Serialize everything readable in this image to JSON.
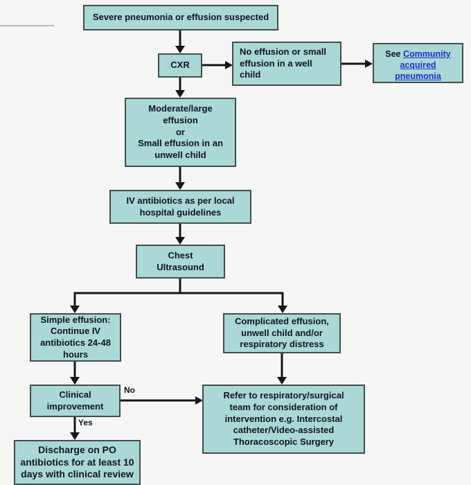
{
  "colors": {
    "background": "#f6f6f4",
    "box_fill": "#aad8d4",
    "box_border": "#434c4d",
    "arrow": "#161616",
    "text": "#0e1422",
    "link": "#1c2fd1"
  },
  "nodes": {
    "severe": "Severe pneumonia or effusion suspected",
    "cxr": "CXR",
    "no_effusion": "No effusion or small\neffusion in a well\nchild",
    "see_prefix": "See ",
    "see_link": "Community\nacquired\npneumonia",
    "moderate": "Moderate/large\neffusion\nor\nSmall effusion in an\nunwell child",
    "iv_antibiotics": "IV antibiotics as per local\nhospital guidelines",
    "ultrasound": "Chest\nUltrasound",
    "simple_effusion": "Simple effusion:\nContinue IV\nantibiotics 24-48\nhours",
    "complicated_effusion": "Complicated effusion,\nunwell child and/or\nrespiratory distress",
    "clinical_improvement": "Clinical\nimprovement",
    "refer": "Refer to respiratory/surgical\nteam for consideration of\nintervention e.g. Intercostal\ncatheter/Video-assisted\nThoracoscopic Surgery",
    "discharge": "Discharge on PO\nantibiotics for at least 10\ndays with clinical review"
  },
  "edge_labels": {
    "no": "No",
    "yes": "Yes"
  }
}
